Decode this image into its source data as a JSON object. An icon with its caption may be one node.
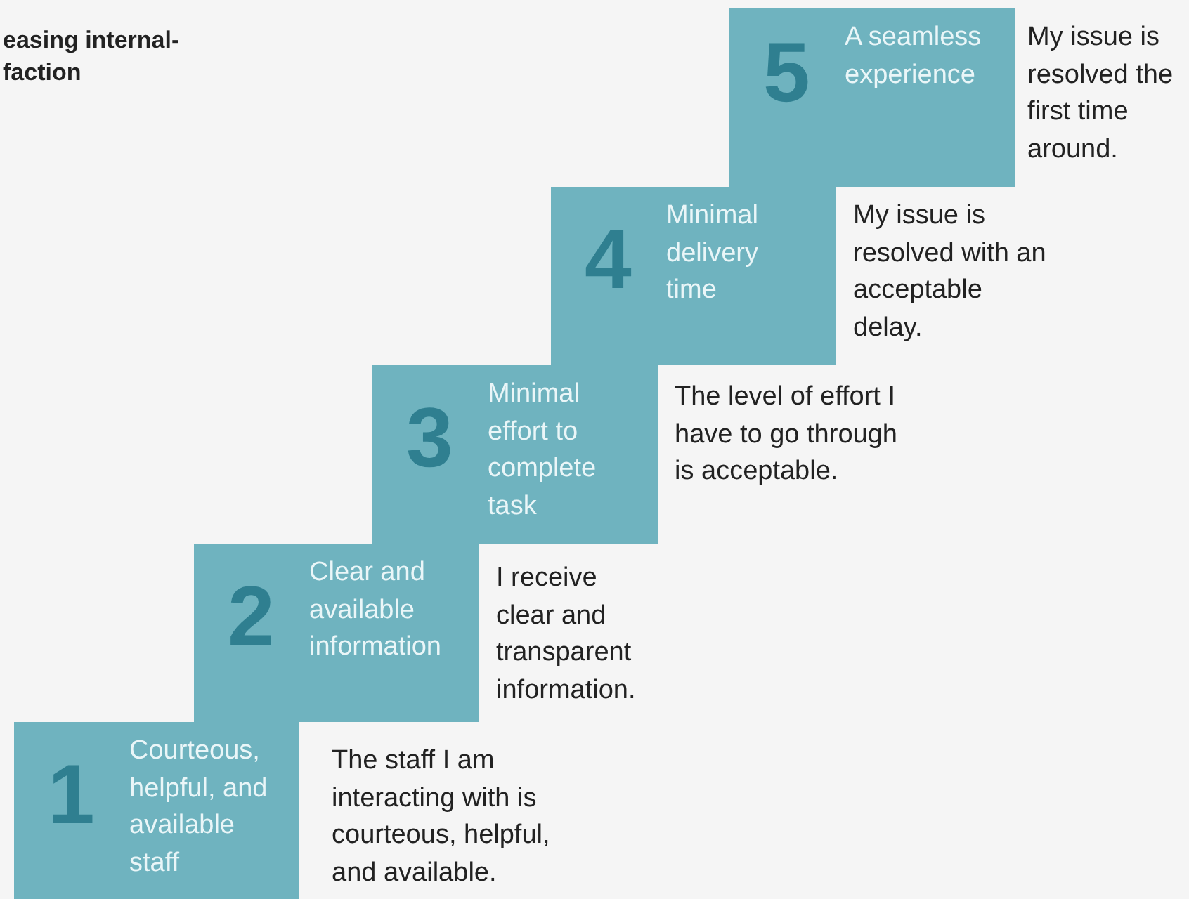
{
  "diagram": {
    "title": "easing internal- faction",
    "nodes": [
      {
        "text": [
          "5",
          "A seamless experience"
        ],
        "beside": [
          "My issue is resolved the first time around."
        ]
      },
      {
        "text": [
          "4",
          "Minimal delivery time"
        ],
        "beside": [
          "My issue is resolved with an acceptable delay."
        ]
      },
      {
        "text": [
          "3",
          "Minimal effort to complete task"
        ],
        "beside": [
          "The level of effort I have to go through is acceptable."
        ]
      },
      {
        "text": [
          "2",
          "Clear and available information"
        ],
        "beside": [
          "I receive clear and transparent information."
        ]
      },
      {
        "text": [
          "1",
          "Courteous, helpful, and available staff"
        ],
        "beside": [
          "The staff I am interacting with is courteous, helpful, and available."
        ]
      }
    ],
    "edges": []
  }
}
